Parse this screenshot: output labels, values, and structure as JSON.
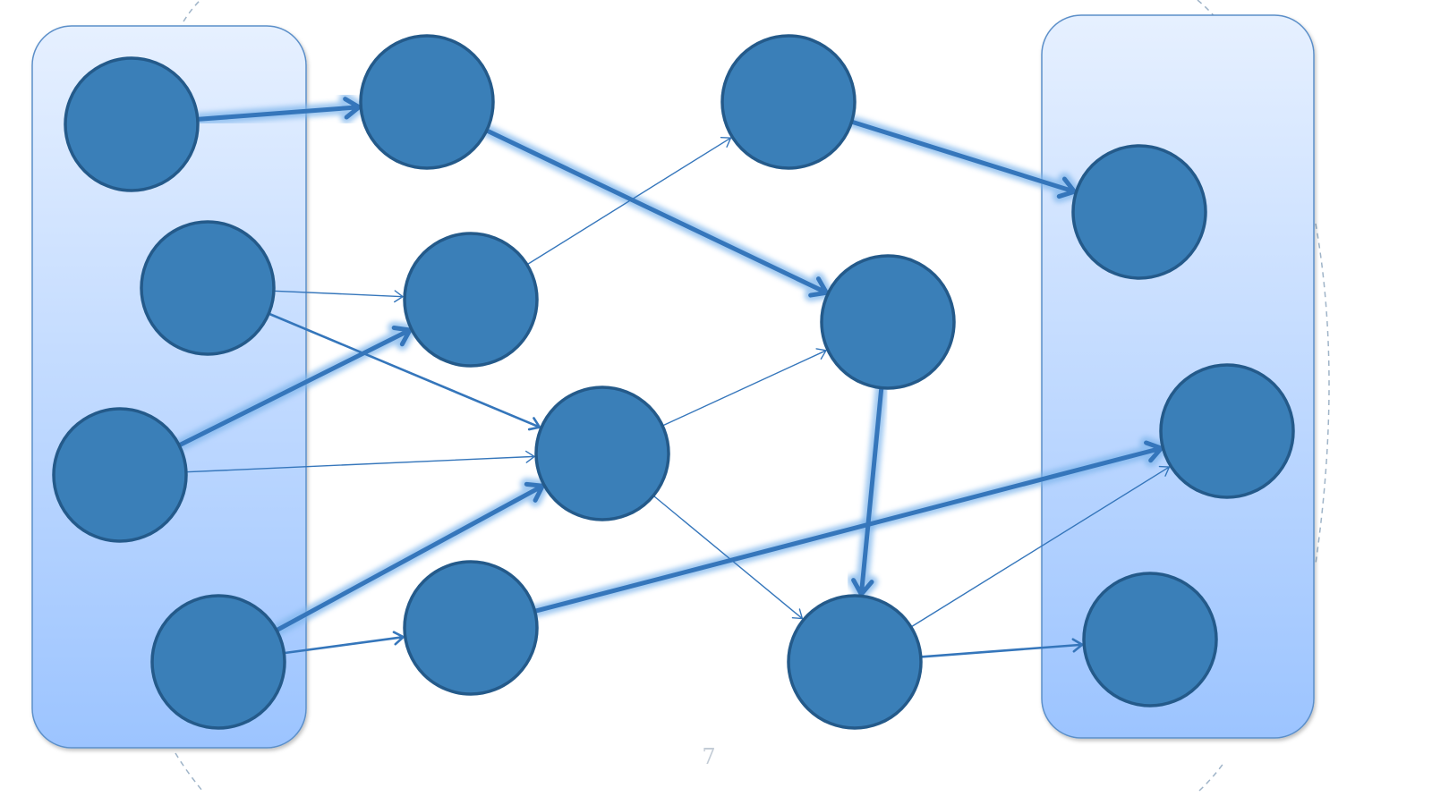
{
  "slide": {
    "page_number": "7"
  },
  "colors": {
    "node_fill": "#3a7fb8",
    "node_stroke": "#245a8a",
    "edge": "#3576bb",
    "glow": "#7fb6ec",
    "group_fill_top": "#e6f0ff",
    "group_fill_bottom": "#9cc4ff",
    "group_stroke": "#5b8fc9",
    "deco_line": "#9fb4c8"
  },
  "diagram": {
    "groups": [
      {
        "id": "input-group"
      },
      {
        "id": "output-group"
      }
    ],
    "nodes": [
      {
        "id": "n1"
      },
      {
        "id": "n2"
      },
      {
        "id": "n3"
      },
      {
        "id": "n4"
      },
      {
        "id": "n5"
      },
      {
        "id": "n6"
      },
      {
        "id": "n7"
      },
      {
        "id": "n8"
      },
      {
        "id": "n9"
      },
      {
        "id": "n10"
      },
      {
        "id": "n11"
      },
      {
        "id": "n12"
      },
      {
        "id": "n13"
      },
      {
        "id": "n14"
      }
    ],
    "edges": [
      {
        "from": "n1",
        "to": "n5",
        "weight": "strong"
      },
      {
        "from": "n5",
        "to": "n10",
        "weight": "strong"
      },
      {
        "from": "n9",
        "to": "n12",
        "weight": "strong"
      },
      {
        "from": "n3",
        "to": "n6",
        "weight": "strong"
      },
      {
        "from": "n4",
        "to": "n7",
        "weight": "strong"
      },
      {
        "from": "n8",
        "to": "n13",
        "weight": "strong"
      },
      {
        "from": "n10",
        "to": "n11",
        "weight": "strong"
      },
      {
        "from": "n2",
        "to": "n6",
        "weight": "weak"
      },
      {
        "from": "n2",
        "to": "n7",
        "weight": "medium"
      },
      {
        "from": "n3",
        "to": "n7",
        "weight": "weak"
      },
      {
        "from": "n4",
        "to": "n8",
        "weight": "medium"
      },
      {
        "from": "n6",
        "to": "n9",
        "weight": "weak"
      },
      {
        "from": "n7",
        "to": "n10",
        "weight": "weak"
      },
      {
        "from": "n7",
        "to": "n11",
        "weight": "weak"
      },
      {
        "from": "n11",
        "to": "n13",
        "weight": "weak"
      },
      {
        "from": "n11",
        "to": "n14",
        "weight": "medium"
      }
    ]
  }
}
